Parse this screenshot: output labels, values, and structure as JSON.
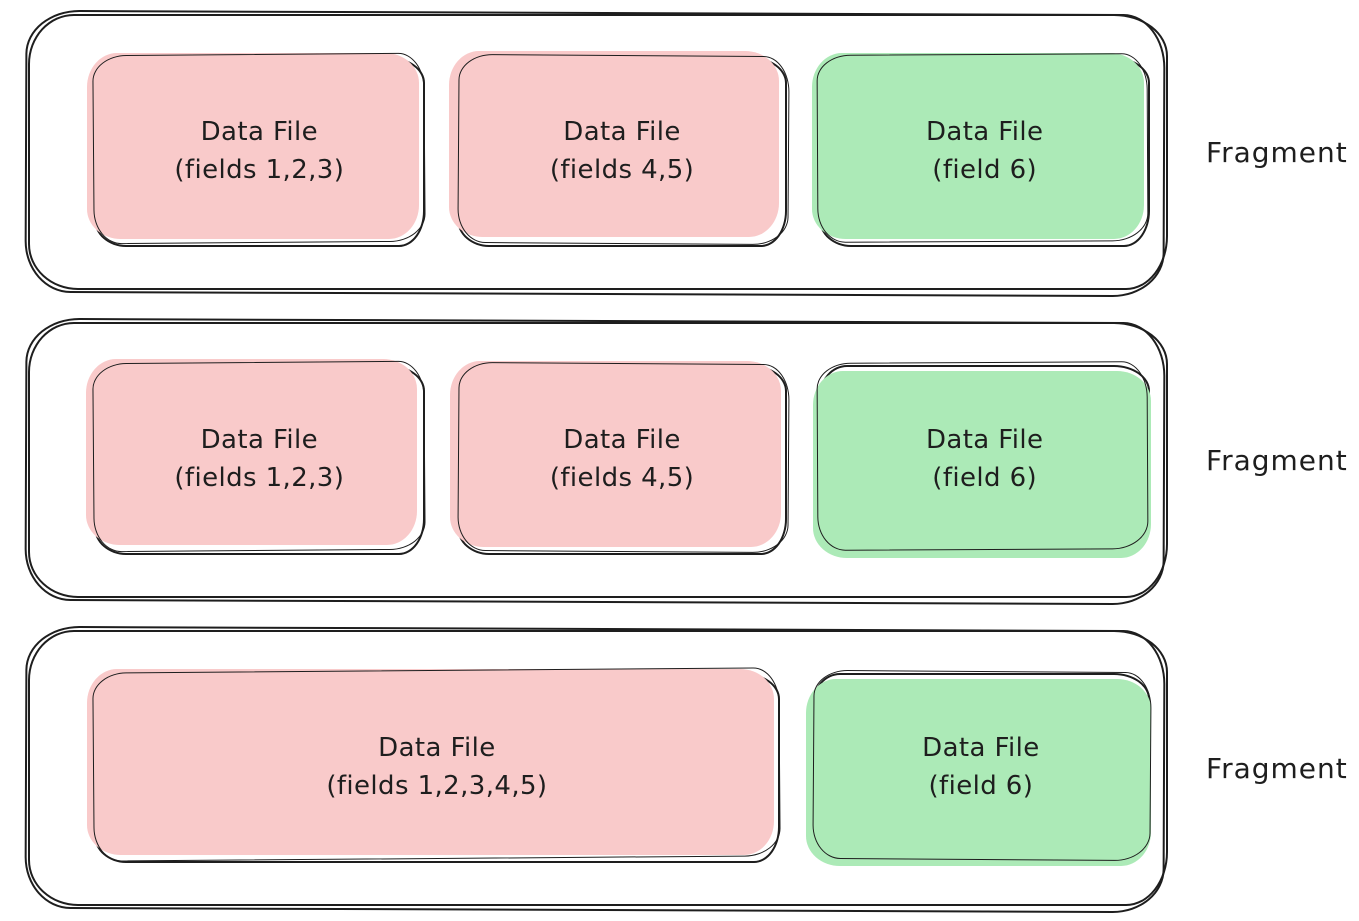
{
  "colors": {
    "stroke": "#1e1e1e",
    "pink": "#f9caca",
    "green": "#aceab7",
    "background": "#ffffff"
  },
  "fragments": [
    {
      "label": "Fragment",
      "files": [
        {
          "line1": "Data File",
          "line2": "(fields 1,2,3)",
          "color": "pink"
        },
        {
          "line1": "Data File",
          "line2": "(fields 4,5)",
          "color": "pink"
        },
        {
          "line1": "Data File",
          "line2": "(field 6)",
          "color": "green"
        }
      ]
    },
    {
      "label": "Fragment",
      "files": [
        {
          "line1": "Data File",
          "line2": "(fields 1,2,3)",
          "color": "pink"
        },
        {
          "line1": "Data File",
          "line2": "(fields 4,5)",
          "color": "pink"
        },
        {
          "line1": "Data File",
          "line2": "(field 6)",
          "color": "green"
        }
      ]
    },
    {
      "label": "Fragment",
      "files": [
        {
          "line1": "Data File",
          "line2": "(fields 1,2,3,4,5)",
          "color": "pink"
        },
        {
          "line1": "Data File",
          "line2": "(field 6)",
          "color": "green"
        }
      ]
    }
  ]
}
